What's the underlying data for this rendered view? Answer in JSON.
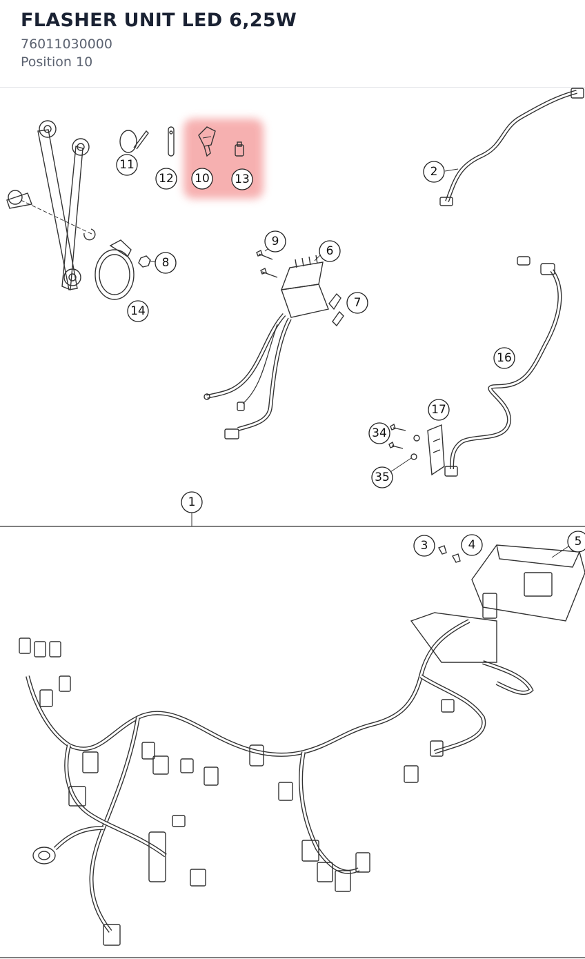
{
  "header": {
    "title": "FLASHER UNIT LED 6,25W",
    "part_number": "76011030000",
    "position": "Position 10"
  },
  "highlight": {
    "color": "#f5a3a3",
    "label": "10"
  },
  "callouts": [
    "1",
    "2",
    "3",
    "4",
    "5",
    "6",
    "7",
    "8",
    "9",
    "10",
    "11",
    "12",
    "13",
    "14",
    "16",
    "17",
    "34",
    "35"
  ]
}
